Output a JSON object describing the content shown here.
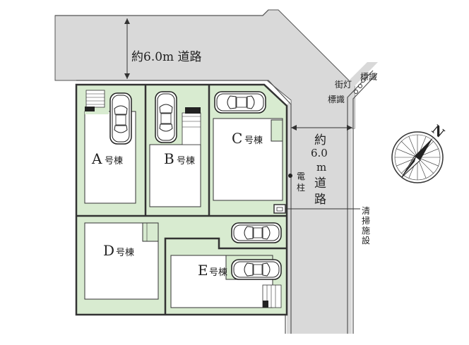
{
  "roads": {
    "north": {
      "label": "約6.0m 道路"
    },
    "east": {
      "chars": [
        "約",
        "6.0",
        "m",
        "道",
        "路"
      ]
    }
  },
  "lots": {
    "A": {
      "letter": "A",
      "suffix": "号棟"
    },
    "B": {
      "letter": "B",
      "suffix": "号棟"
    },
    "C": {
      "letter": "C",
      "suffix": "号棟"
    },
    "D": {
      "letter": "D",
      "suffix": "号棟"
    },
    "E": {
      "letter": "E",
      "suffix": "号棟"
    }
  },
  "features": {
    "pole": [
      "電",
      "柱"
    ],
    "cleaning": [
      "清",
      "掃",
      "施",
      "設"
    ],
    "streetlight": "街灯",
    "sign1": "標識",
    "sign2": "標識"
  },
  "compass": {
    "label": "N"
  },
  "colors": {
    "road": "#d9d9d9",
    "lot": "#d8ebd0",
    "building": "#ffffff",
    "outline": "#333333"
  }
}
